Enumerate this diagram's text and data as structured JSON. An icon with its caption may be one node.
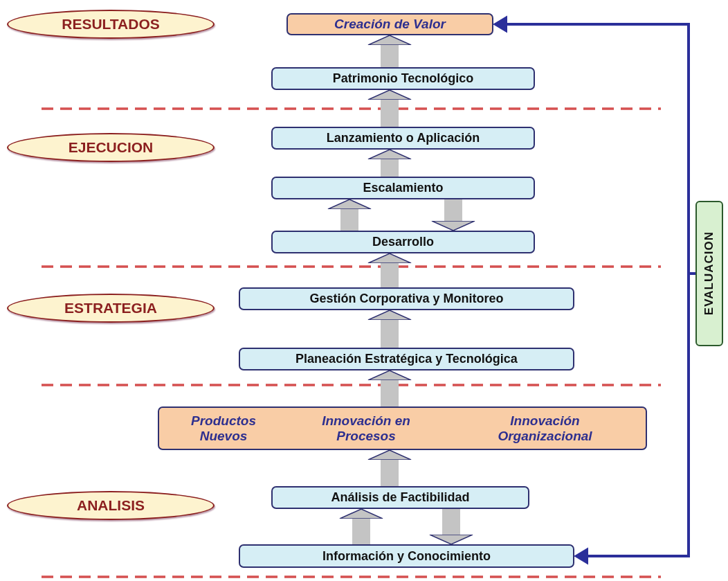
{
  "diagram": {
    "nodes": [
      {
        "text": [
          "RESULTADOS"
        ]
      },
      {
        "text": [
          "Creación de Valor"
        ]
      },
      {
        "text": [
          "Patrimonio Tecnológico"
        ]
      },
      {
        "text": [
          "EJECUCION"
        ]
      },
      {
        "text": [
          "Lanzamiento o Aplicación"
        ]
      },
      {
        "text": [
          "Escalamiento"
        ]
      },
      {
        "text": [
          "EVALUACION"
        ]
      },
      {
        "text": [
          "Desarrollo"
        ]
      },
      {
        "text": [
          "ESTRATEGIA"
        ]
      },
      {
        "text": [
          "Gestión Corporativa y Monitoreo"
        ]
      },
      {
        "text": [
          "Planeación Estratégica y Tecnológica"
        ]
      },
      {
        "text": [
          "Productos Nuevos",
          "Innovación en Procesos",
          "Innovación Organizacional"
        ]
      },
      {
        "text": [
          "ANALISIS"
        ]
      },
      {
        "text": [
          "Análisis de Factibilidad"
        ]
      },
      {
        "text": [
          "Información y Conocimiento"
        ]
      }
    ],
    "edges": [
      {
        "from": 2,
        "to": 1,
        "arrow": "to"
      },
      {
        "from": 4,
        "to": 2,
        "arrow": "to"
      },
      {
        "from": 5,
        "to": 4,
        "arrow": "to"
      },
      {
        "from": 7,
        "to": 5,
        "arrow": "to"
      },
      {
        "from": 5,
        "to": 7,
        "arrow": "to"
      },
      {
        "from": 9,
        "to": 7,
        "arrow": "to"
      },
      {
        "from": 10,
        "to": 9,
        "arrow": "to"
      },
      {
        "from": 11,
        "to": 10,
        "arrow": "to"
      },
      {
        "from": 13,
        "to": 11,
        "arrow": "to"
      },
      {
        "from": 14,
        "to": 13,
        "arrow": "to"
      },
      {
        "from": 13,
        "to": 14,
        "arrow": "to"
      },
      {
        "from": 6,
        "to": 1,
        "arrow": "to",
        "color": "#2b2f9a"
      },
      {
        "from": 6,
        "to": 14,
        "arrow": "to",
        "color": "#2b2f9a"
      }
    ]
  }
}
